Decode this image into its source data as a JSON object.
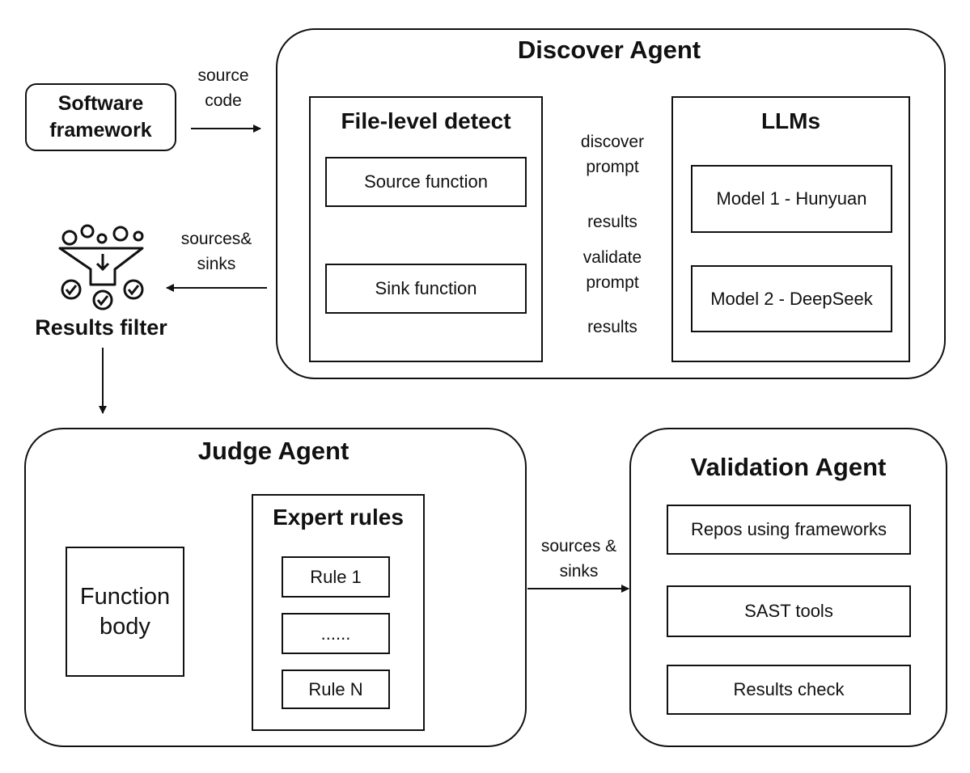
{
  "software": {
    "label_line1": "Software",
    "label_line2": "framework"
  },
  "edge_source_code": {
    "line1": "source",
    "line2": "code"
  },
  "discover": {
    "title": "Discover Agent",
    "file_level": {
      "title": "File-level detect",
      "source_fn": "Source function",
      "sink_fn": "Sink function"
    },
    "llms": {
      "title": "LLMs",
      "model1": "Model 1 - Hunyuan",
      "model2": "Model 2 - DeepSeek"
    },
    "edge_discover": {
      "line1": "discover",
      "line2": "prompt"
    },
    "edge_results1": "results",
    "edge_validate": {
      "line1": "validate",
      "line2": "prompt"
    },
    "edge_results2": "results"
  },
  "edge_sources_sinks_top": {
    "line1": "sources&",
    "line2": "sinks"
  },
  "results_filter": {
    "label": "Results filter"
  },
  "judge": {
    "title": "Judge Agent",
    "function_body": {
      "line1": "Function",
      "line2": "body"
    },
    "expert_rules": {
      "title": "Expert rules",
      "rules": [
        "Rule 1",
        "......",
        "Rule N"
      ]
    }
  },
  "edge_sources_sinks_bottom": {
    "line1": "sources &",
    "line2": "sinks"
  },
  "validation": {
    "title": "Validation Agent",
    "steps": [
      "Repos using frameworks",
      "SAST tools",
      "Results check"
    ]
  }
}
